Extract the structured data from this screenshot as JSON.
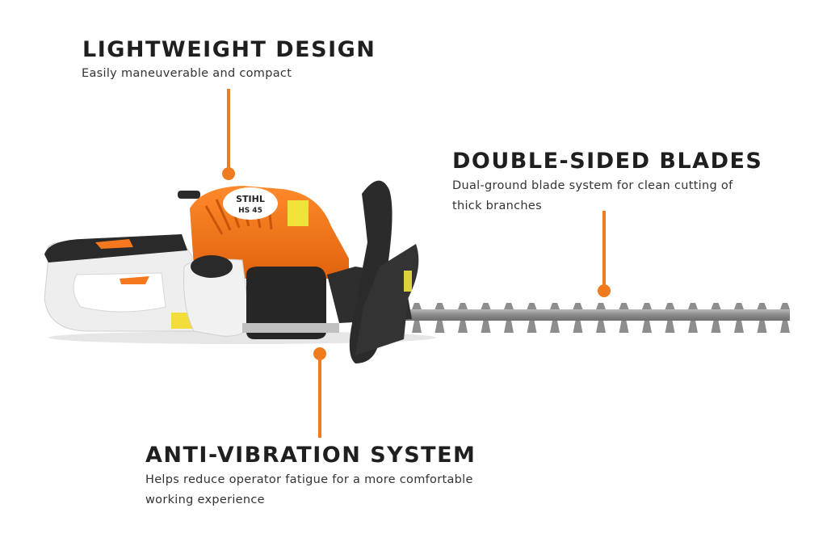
{
  "features": [
    {
      "title": "LIGHTWEIGHT DESIGN",
      "description": "Easily maneuverable and compact"
    },
    {
      "title": "DOUBLE-SIDED BLADES",
      "description_lines": [
        "Dual-ground blade system for clean cutting of",
        "thick branches"
      ]
    },
    {
      "title": "ANTI-VIBRATION SYSTEM",
      "description_lines": [
        "Helps reduce operator fatigue for a more comfortable",
        "working experience"
      ]
    }
  ],
  "product": {
    "brand": "STIHL",
    "model": "HS 45"
  },
  "colors": {
    "accent": "#f07b1f",
    "product_orange": "#f5781e",
    "text": "#1f1f1f"
  }
}
